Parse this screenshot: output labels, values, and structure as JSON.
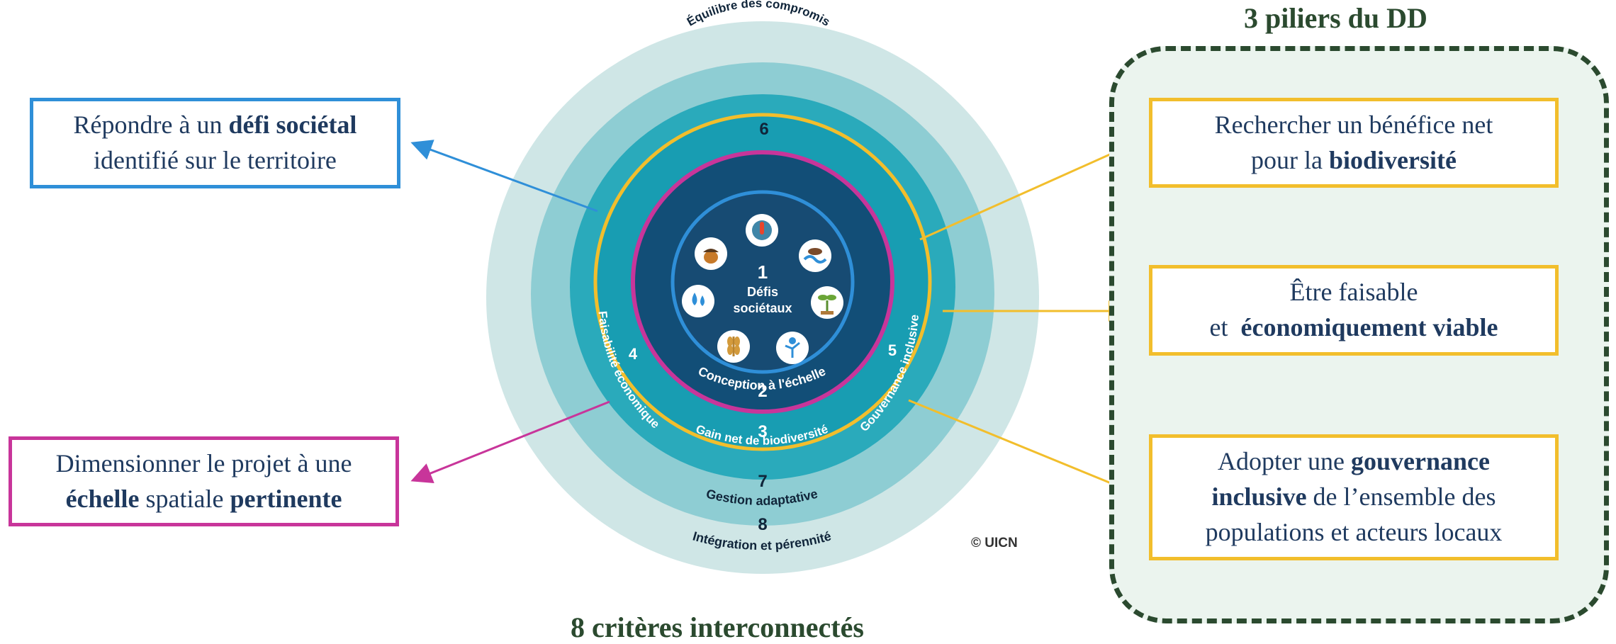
{
  "diagram": {
    "title": "8 critères interconnectés",
    "copyright": "© UICN",
    "center": {
      "number": "1",
      "line1": "Défis",
      "line2": "sociétaux"
    },
    "rings": {
      "r2_number": "2",
      "r2_label": "Conception à l'échelle",
      "r3_number": "3",
      "r3_label": "Gain net de biodiversité",
      "r4_number": "4",
      "r4_label": "Faisabilité économique",
      "r5_number": "5",
      "r5_label": "Gouvernance inclusive",
      "r6_number": "6",
      "r6_label": "Équilibre des compromis",
      "r7_number": "7",
      "r7_label": "Gestion adaptative",
      "r8_number": "8",
      "r8_label": "Intégration et pérennité"
    },
    "icons": [
      "climate-thermometer-icon",
      "water-wave-icon",
      "seedling-icon",
      "person-tree-icon",
      "wheat-icon",
      "water-drop-icon",
      "acorn-icon"
    ]
  },
  "left_boxes": {
    "defi": {
      "pre": "Répondre à un ",
      "bold": "défi sociétal",
      "post": "identifié sur le territoire"
    },
    "echelle": {
      "pre": "Dimensionner le projet à une",
      "bold1": "échelle",
      "mid": " spatiale ",
      "bold2": "pertinente"
    }
  },
  "piliers": {
    "title": "3 piliers du DD",
    "biodiversite": {
      "pre": "Rechercher un bénéfice net",
      "pre2": "pour la ",
      "bold": "biodiversité"
    },
    "economie": {
      "line1": "Être faisable",
      "pre": "et  ",
      "bold": "économiquement viable"
    },
    "gouvernance": {
      "pre": "Adopter une ",
      "bold1": "gouvernance",
      "bold2": "inclusive",
      "post": " de l’ensemble des",
      "line3": "populations et acteurs locaux"
    }
  },
  "colors": {
    "blue": "#2f8fd8",
    "magenta": "#c8359a",
    "yellow": "#f2be2c",
    "dark_green": "#2b4a2f",
    "navy_text": "#1f3a5f"
  }
}
